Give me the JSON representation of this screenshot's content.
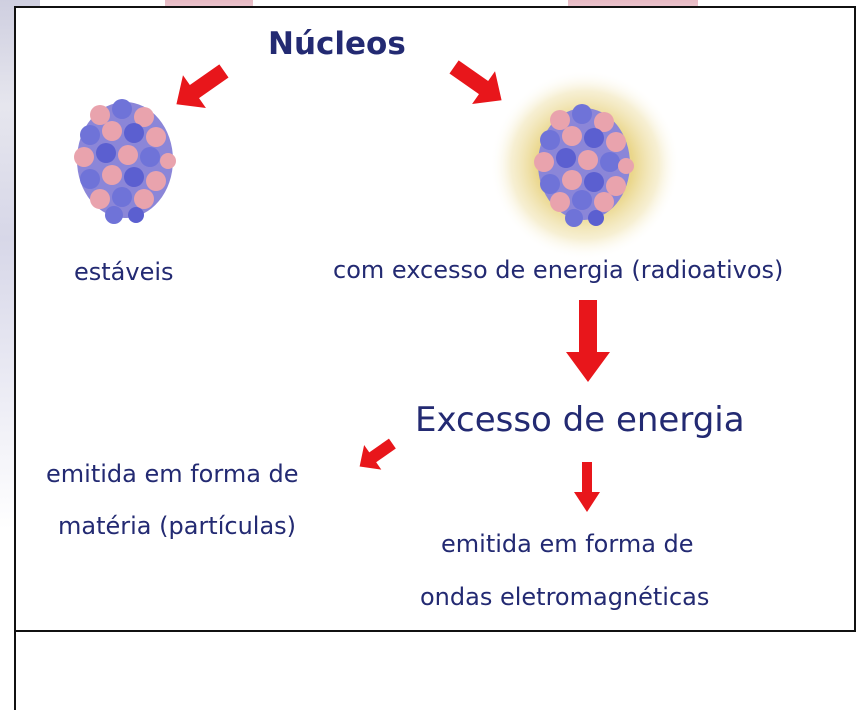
{
  "diagram": {
    "title": "Núcleos",
    "left_branch_label": "estáveis",
    "right_branch_label": "com excesso de energia (radioativos)",
    "excess_heading": "Excesso de energia",
    "matter_line1": "emitida em forma de",
    "matter_line2": "matéria (partículas)",
    "waves_line1": "emitida em forma de",
    "waves_line2": "ondas eletromagnéticas"
  },
  "colors": {
    "text": "#232a72",
    "arrow": "#e8161b",
    "proton": "#e9a3ad",
    "neutron": "#6f73d8",
    "glow": "#e8d88a"
  }
}
